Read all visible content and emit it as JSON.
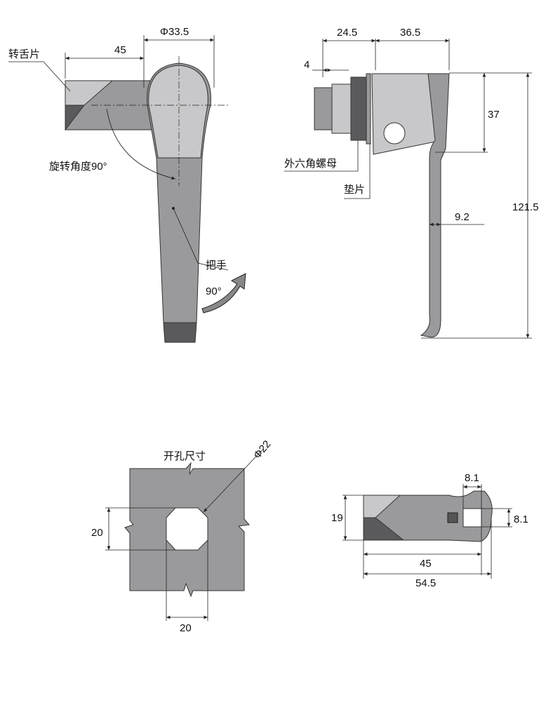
{
  "front_view": {
    "diameter_label": "Φ33.5",
    "tongue_length": "45",
    "tongue_label": "转舌片",
    "rotation_label": "旋转角度90°",
    "handle_label": "把手",
    "handle_rotation": "90°"
  },
  "side_view": {
    "dim_thread": "24.5",
    "dim_body": "36.5",
    "dim_4": "4",
    "dim_37": "37",
    "hex_nut_label": "外六角螺母",
    "washer_label": "垫片",
    "dim_handle_thickness": "9.2",
    "dim_total_height": "121.5"
  },
  "cutout_view": {
    "title": "开孔尺寸",
    "diameter_label": "Φ22",
    "height_label": "20",
    "width_label": "20"
  },
  "tongue_view": {
    "dim_slot_width": "8.1",
    "dim_slot_height": "8.1",
    "dim_height": "19",
    "dim_length": "45",
    "dim_total": "54.5"
  }
}
